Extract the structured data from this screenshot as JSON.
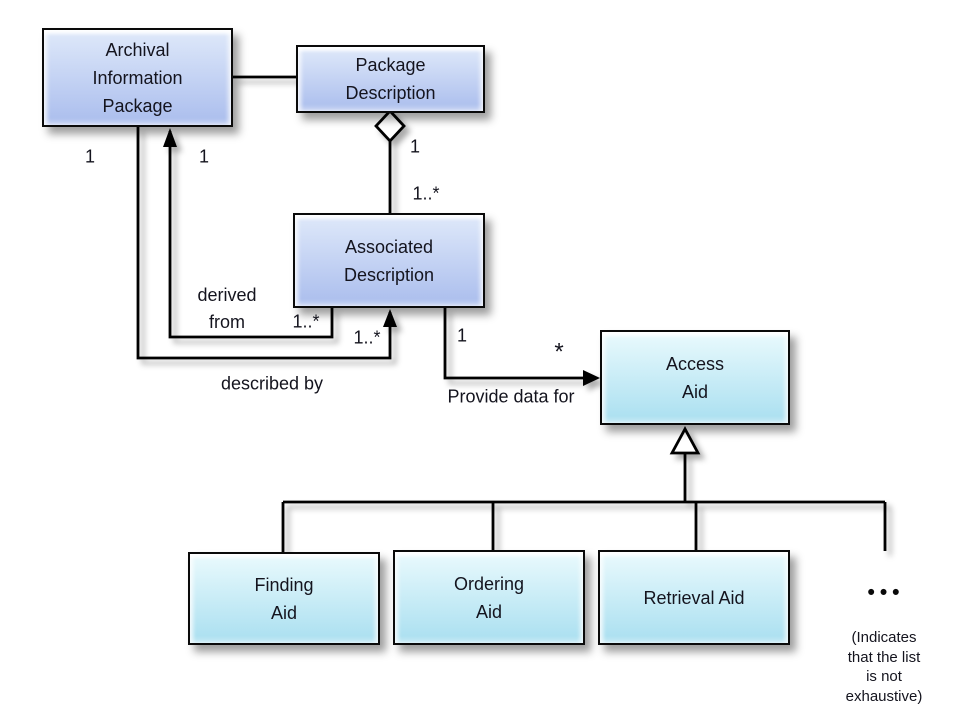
{
  "theme": {
    "background": "#ffffff",
    "line_color": "#000000",
    "blue_box_top": "#dfe9fa",
    "blue_box_bottom": "#aabded",
    "cyan_box_top": "#eafafd",
    "cyan_box_bottom": "#a9dff0",
    "text_color": "#14141e"
  },
  "diagram": {
    "nodes": {
      "archival_information_package": {
        "label": "Archival\nInformation\nPackage"
      },
      "package_description": {
        "label": "Package\nDescription"
      },
      "associated_description": {
        "label": "Associated\nDescription"
      },
      "access_aid": {
        "label": "Access\nAid"
      },
      "finding_aid": {
        "label": "Finding\nAid"
      },
      "ordering_aid": {
        "label": "Ordering\nAid"
      },
      "retrieval_aid": {
        "label": "Retrieval Aid"
      }
    },
    "edges": {
      "aggregation_pd_ad": {
        "near_whole": "1",
        "near_part": "1..*"
      },
      "derived_from": {
        "name": "derived\nfrom",
        "near_aip": "1",
        "near_ad": "1..*"
      },
      "described_by": {
        "name": "described by",
        "near_aip": "1",
        "near_ad": "1..*"
      },
      "provide_data_for": {
        "name": "Provide data for",
        "near_ad": "1",
        "near_aa": "*"
      }
    },
    "ellipsis": {
      "dots": "•••",
      "note": "(Indicates\nthat the list\nis not\nexhaustive)"
    }
  }
}
